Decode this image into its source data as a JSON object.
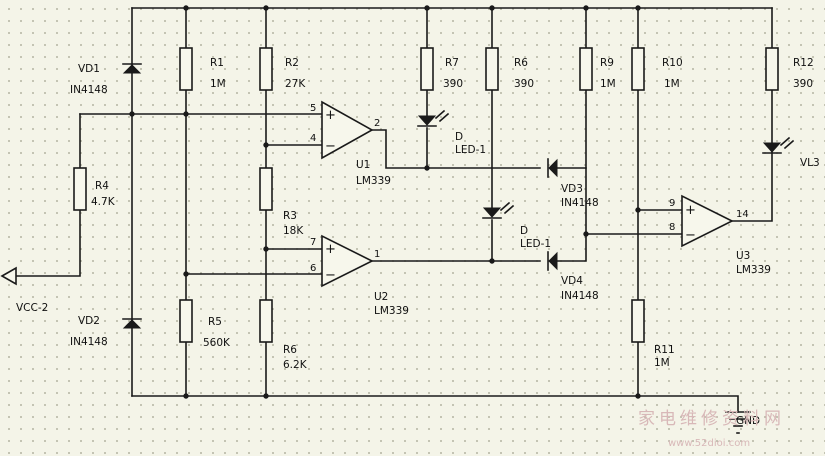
{
  "labels": {
    "vd1": "VD1",
    "vd1_part": "IN4148",
    "vd2": "VD2",
    "vd2_part": "IN4148",
    "vd3": "VD3",
    "vd3_part": "IN4148",
    "vd4": "VD4",
    "vd4_part": "IN4148",
    "r1": "R1",
    "r1_val": "1M",
    "r2": "R2",
    "r2_val": "27K",
    "r3": "R3",
    "r3_val": "18K",
    "r4": "R4",
    "r4_val": "4.7K",
    "r5": "R5",
    "r5_val": "560K",
    "r6": "R6",
    "r6_val": "6.2K",
    "r7": "R7",
    "r7_val": "390",
    "r8": "R6",
    "r8_val": "390",
    "r9": "R9",
    "r9_val": "1M",
    "r10": "R10",
    "r10_val": "1M",
    "r11": "R11",
    "r11_val": "1M",
    "r12": "R12",
    "r12_val": "390",
    "led1": "D",
    "led1_part": "LED-1",
    "led2": "D",
    "led2_part": "LED-1",
    "vl3": "VL3",
    "u1": "U1",
    "u1_part": "LM339",
    "u2": "U2",
    "u2_part": "LM339",
    "u3": "U3",
    "u3_part": "LM339",
    "vcc": "VCC-2",
    "gnd": "GND"
  },
  "pins": {
    "u1_in_plus": "5",
    "u1_in_minus": "4",
    "u1_out": "2",
    "u2_in_plus": "7",
    "u2_in_minus": "6",
    "u2_out": "1",
    "u3_in_plus": "9",
    "u3_in_minus": "8",
    "u3_out": "14",
    "plus": "+",
    "minus": "−"
  },
  "watermark": {
    "text": "家电维修资料网",
    "url": "www.52dioi.com"
  }
}
